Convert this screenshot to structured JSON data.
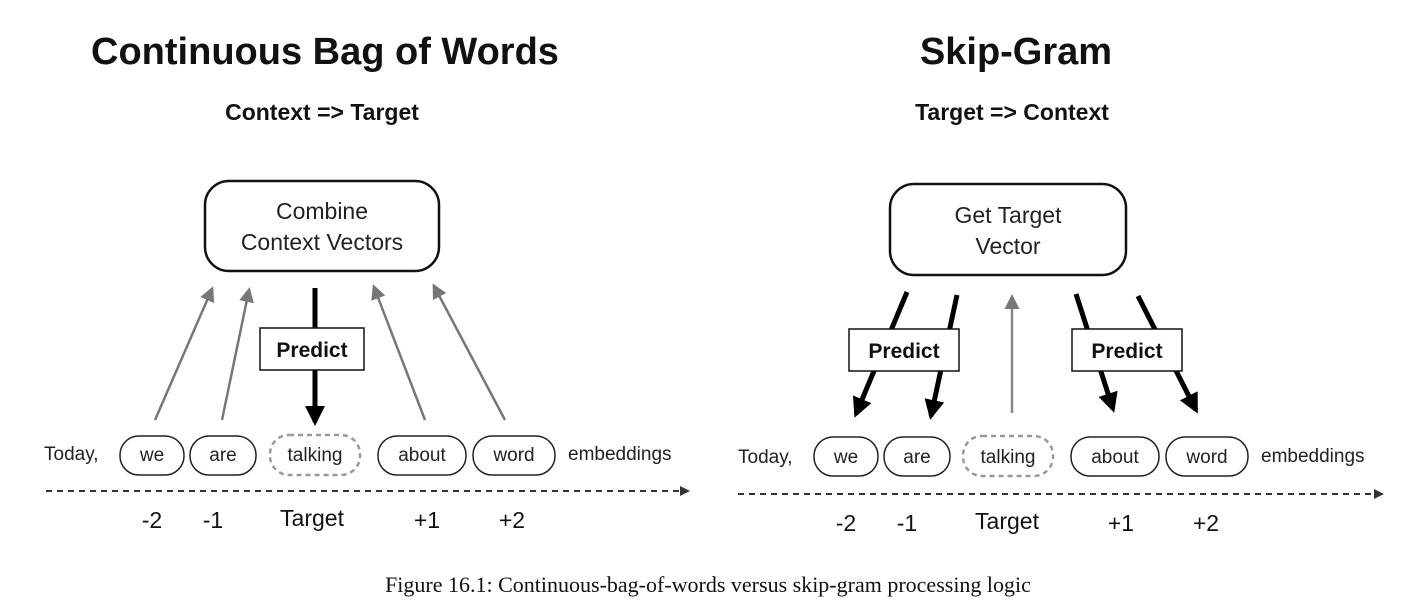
{
  "cbow": {
    "title": "Continuous Bag of Words",
    "subtitle": "Context => Target",
    "box_line1": "Combine",
    "box_line2": "Context Vectors",
    "predict": "Predict"
  },
  "skipgram": {
    "title": "Skip-Gram",
    "subtitle": "Target => Context",
    "box_line1": "Get Target",
    "box_line2": "Vector",
    "predict": "Predict"
  },
  "sentence": {
    "prefix": "Today,",
    "words": [
      "we",
      "are",
      "talking",
      "about",
      "word"
    ],
    "suffix": "embeddings"
  },
  "positions": [
    "-2",
    "-1",
    "Target",
    "+1",
    "+2"
  ],
  "caption": "Figure 16.1: Continuous-bag-of-words versus skip-gram processing logic"
}
